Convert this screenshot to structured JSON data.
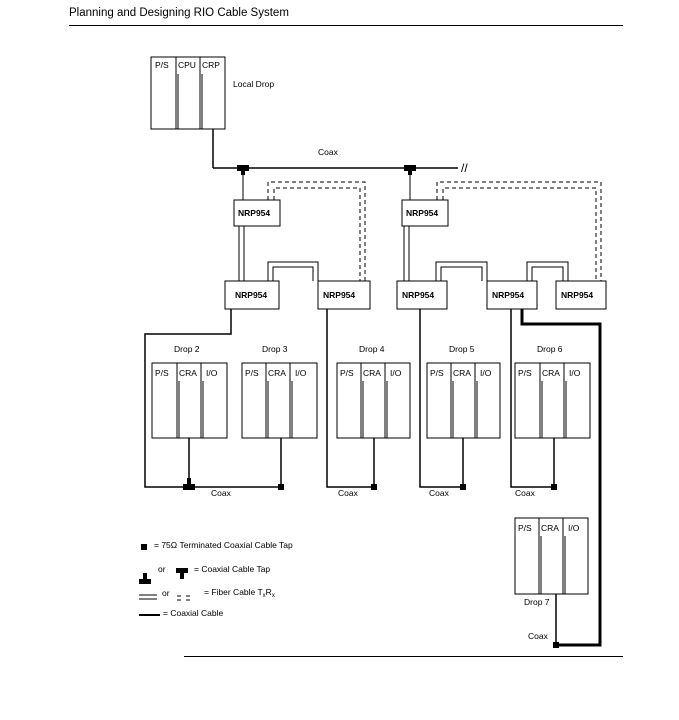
{
  "header": {
    "title": "Planning and Designing RIO Cable System"
  },
  "local_drop": {
    "label": "Local Drop",
    "slots": [
      "P/S",
      "CPU",
      "CRP"
    ]
  },
  "trunk": {
    "label": "Coax",
    "break_mark": "//"
  },
  "nrp_label": "NRP954",
  "drops": [
    {
      "label": "Drop 2",
      "slots": [
        "P/S",
        "CRA",
        "I/O"
      ]
    },
    {
      "label": "Drop 3",
      "slots": [
        "P/S",
        "CRA",
        "I/O"
      ]
    },
    {
      "label": "Drop 4",
      "slots": [
        "P/S",
        "CRA",
        "I/O"
      ]
    },
    {
      "label": "Drop 5",
      "slots": [
        "P/S",
        "CRA",
        "I/O"
      ]
    },
    {
      "label": "Drop 6",
      "slots": [
        "P/S",
        "CRA",
        "I/O"
      ]
    },
    {
      "label": "Drop 7",
      "slots": [
        "P/S",
        "CRA",
        "I/O"
      ]
    }
  ],
  "coax_labels": [
    "Coax",
    "Coax",
    "Coax",
    "Coax",
    "Coax"
  ],
  "legend": {
    "terminated_tap": "= 75Ω Terminated Coaxial Cable Tap",
    "or_1": "or",
    "coax_tap": "= Coaxial Cable Tap",
    "or_2": "or",
    "fiber_prefix": "= Fiber Cable T",
    "fiber_sub_1": "x",
    "fiber_mid": "R",
    "fiber_sub_2": "x",
    "coaxial_cable": "= Coaxial Cable"
  }
}
